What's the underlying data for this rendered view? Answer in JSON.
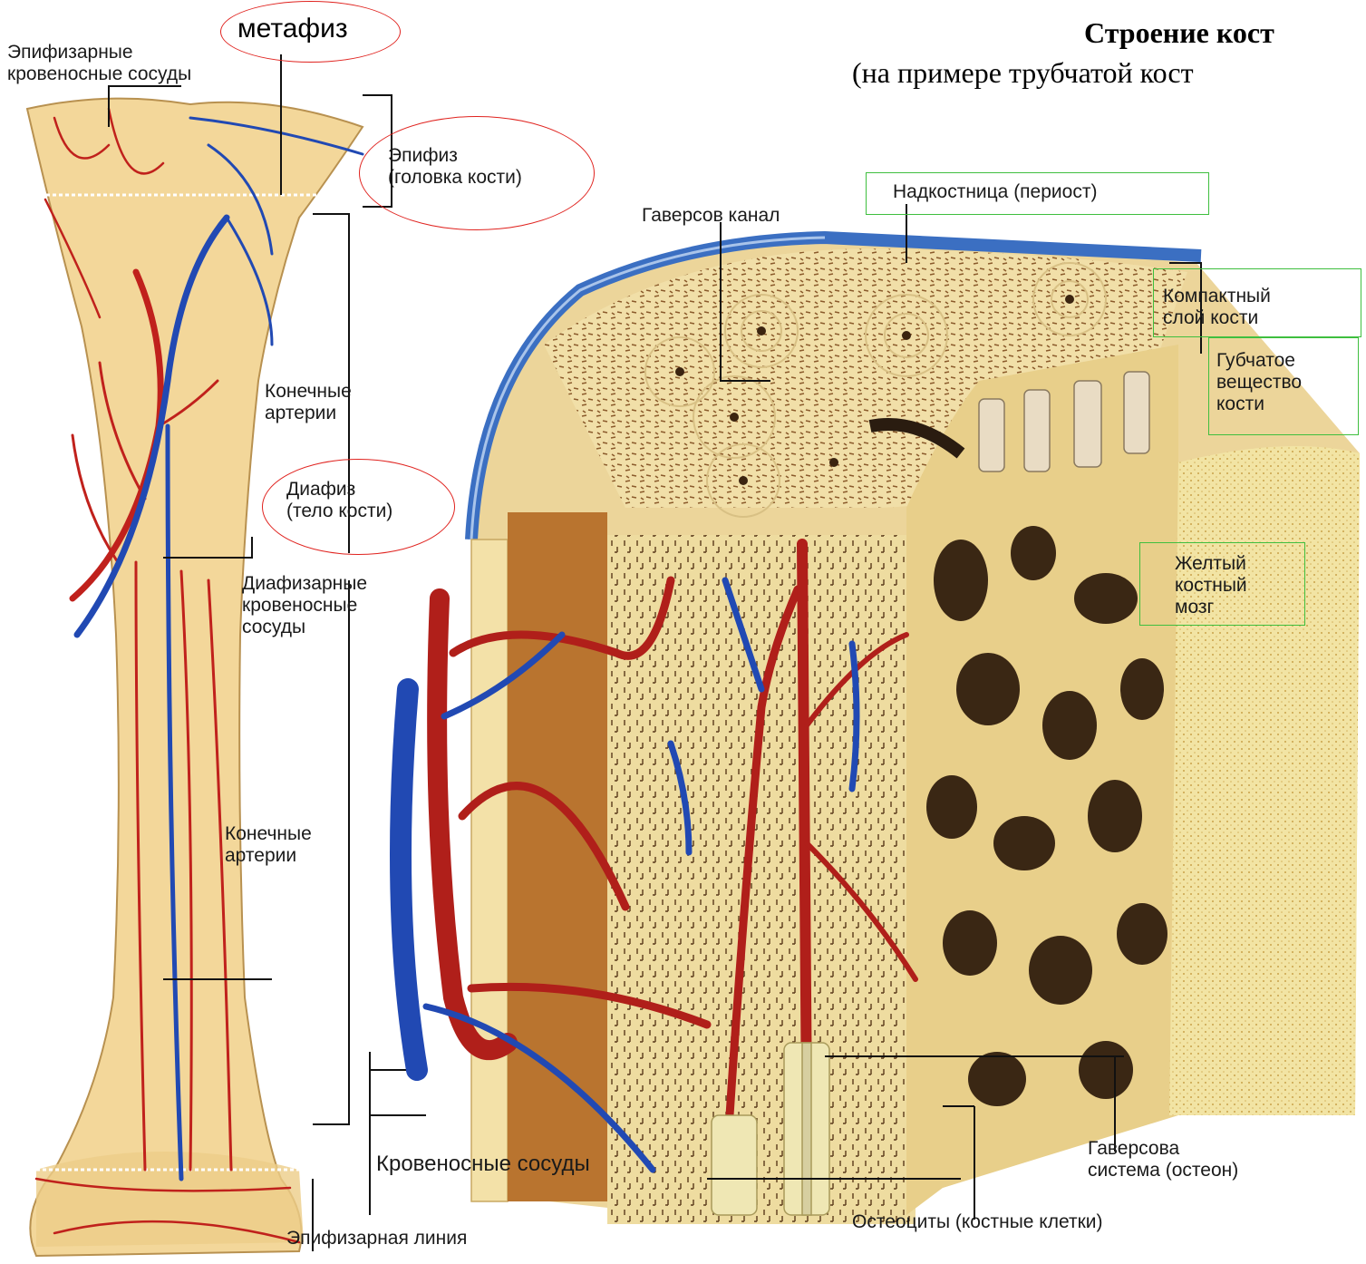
{
  "title": {
    "line1": "Строение кост",
    "line2": "(на примере трубчатой кост"
  },
  "labels": {
    "metaphysis": "метафиз",
    "epiphyseal_vessels": [
      "Эпифизарные",
      "кровеносные сосуды"
    ],
    "epiphysis": [
      "Эпифиз",
      "(головка кости)"
    ],
    "terminal_arteries_upper": [
      "Конечные",
      "артерии"
    ],
    "diaphysis": [
      "Диафиз",
      "(тело кости)"
    ],
    "diaphyseal_vessels": [
      "Диафизарные",
      "кровеносные",
      "сосуды"
    ],
    "terminal_arteries_lower": [
      "Конечные",
      "артерии"
    ],
    "blood_vessels": "Кровеносные сосуды",
    "epiphyseal_line": "Эпифизарная линия",
    "haversian_canal": "Гаверсов канал",
    "periosteum": "Надкостница (периост)",
    "compact_layer": [
      "Компактный",
      "слой кости"
    ],
    "spongy_substance": [
      "Губчатое",
      "вещество",
      "кости"
    ],
    "yellow_marrow": [
      "Желтый",
      "костный",
      "мозг"
    ],
    "haversian_system": [
      "Гаверсова",
      "система (остеон)"
    ],
    "osteocytes": "Остеоциты (костные клетки)"
  },
  "colors": {
    "artery": "#c0211c",
    "vein": "#2149b3",
    "bone": "#f3d79a",
    "periosteum": "#3b6fc2",
    "marrow": "#f2e6a0",
    "oval": "#e0231f",
    "box": "#3fbf3f"
  }
}
